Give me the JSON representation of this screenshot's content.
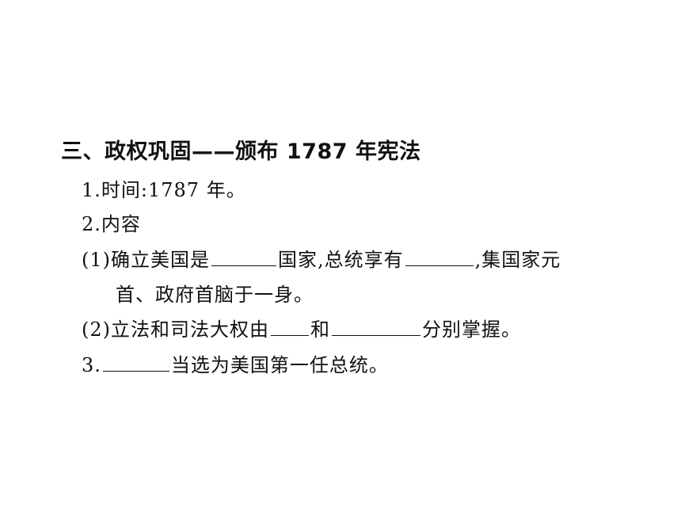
{
  "section": {
    "heading": "三、政权巩固——颁布 1787 年宪法"
  },
  "items": {
    "item1": "1.时间:1787 年。",
    "item2": "2.内容",
    "item2_1": {
      "part1": "(1)确立美国是",
      "part2": "国家,总统享有",
      "part3": ",集国家元",
      "part4": "首、政府首脑于一身。"
    },
    "item2_2": {
      "part1": "(2)立法和司法大权由",
      "part2": "和",
      "part3": "分别掌握。"
    },
    "item3": {
      "part1": "3.",
      "part2": "当选为美国第一任总统。"
    }
  }
}
